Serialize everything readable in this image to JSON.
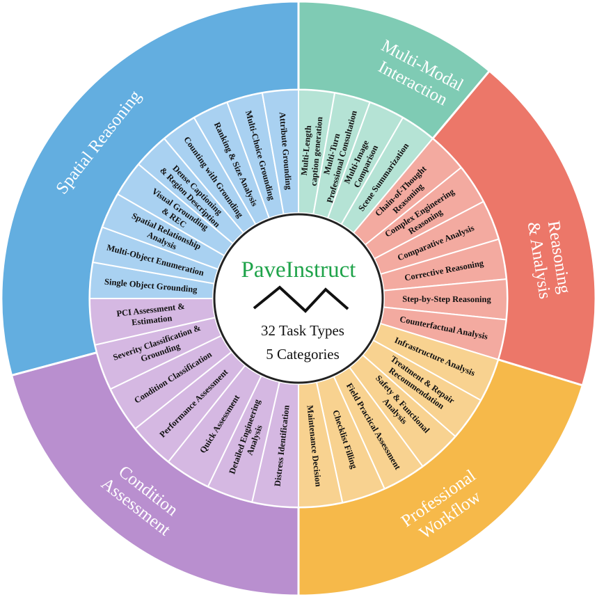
{
  "center": {
    "title": "PaveInstruct",
    "task_types": "32 Task Types",
    "categories": "5 Categories"
  },
  "categories": [
    {
      "key": "spatial",
      "name": [
        "Spatial Reasoning"
      ],
      "outer_color": "#63aee0",
      "inner_color": "#a9d1f1",
      "tasks": [
        [
          "Single Object Grounding"
        ],
        [
          "Multi-Object Enumeration"
        ],
        [
          "Spatial Relationship",
          "Analysis"
        ],
        [
          "Visual Grounding",
          "& REC"
        ],
        [
          "Dense Captioning",
          "& Region Description"
        ],
        [
          "Counting with Grounding"
        ],
        [
          "Ranking & Size Analysis"
        ],
        [
          "Multi-Choice Grounding"
        ],
        [
          "Attribute Grounding"
        ]
      ]
    },
    {
      "key": "multimodal",
      "name": [
        "Multi-Modal",
        "Interaction"
      ],
      "outer_color": "#7fcbb4",
      "inner_color": "#b5e3d5",
      "tasks": [
        [
          "Multi-Length",
          "caption generation"
        ],
        [
          "Multi-Turn",
          "Professional Consultation"
        ],
        [
          "Multi-Image",
          "Comparison"
        ],
        [
          "Scene Summarization"
        ]
      ]
    },
    {
      "key": "reasoning",
      "name": [
        "Reasoning",
        "& Analysis"
      ],
      "outer_color": "#ec7769",
      "inner_color": "#f3aaa0",
      "tasks": [
        [
          "Chain-of-Thought",
          "Reasoning"
        ],
        [
          "Complex Engineering",
          "Reasoning"
        ],
        [
          "Comparative Analysis"
        ],
        [
          "Corrective Reasoning"
        ],
        [
          "Step-by-Step Reasoning"
        ],
        [
          "Counterfactual Analysis"
        ]
      ]
    },
    {
      "key": "professional",
      "name": [
        "Professional",
        "Workflow"
      ],
      "outer_color": "#f6b94a",
      "inner_color": "#f8d290",
      "tasks": [
        [
          "Infrastructure Analysis"
        ],
        [
          "Treatment & Repair",
          "Recommendation"
        ],
        [
          "Safety & Functional",
          "Analysis"
        ],
        [
          "Field Practical Assessment"
        ],
        [
          "Checklist Filling"
        ],
        [
          "Maintenance Decision"
        ]
      ]
    },
    {
      "key": "condition",
      "name": [
        "Condition",
        "Assessment"
      ],
      "outer_color": "#b98fcf",
      "inner_color": "#d5b8e2",
      "tasks": [
        [
          "Distress Identification"
        ],
        [
          "Detailed Engineering",
          "Analysis"
        ],
        [
          "Quick Assessment"
        ],
        [
          "Performance Assessment"
        ],
        [
          "Condition Classification"
        ],
        [
          "Severity Classification &",
          "Grounding"
        ],
        [
          "PCI Assessment &",
          "Estimation"
        ]
      ]
    }
  ]
}
